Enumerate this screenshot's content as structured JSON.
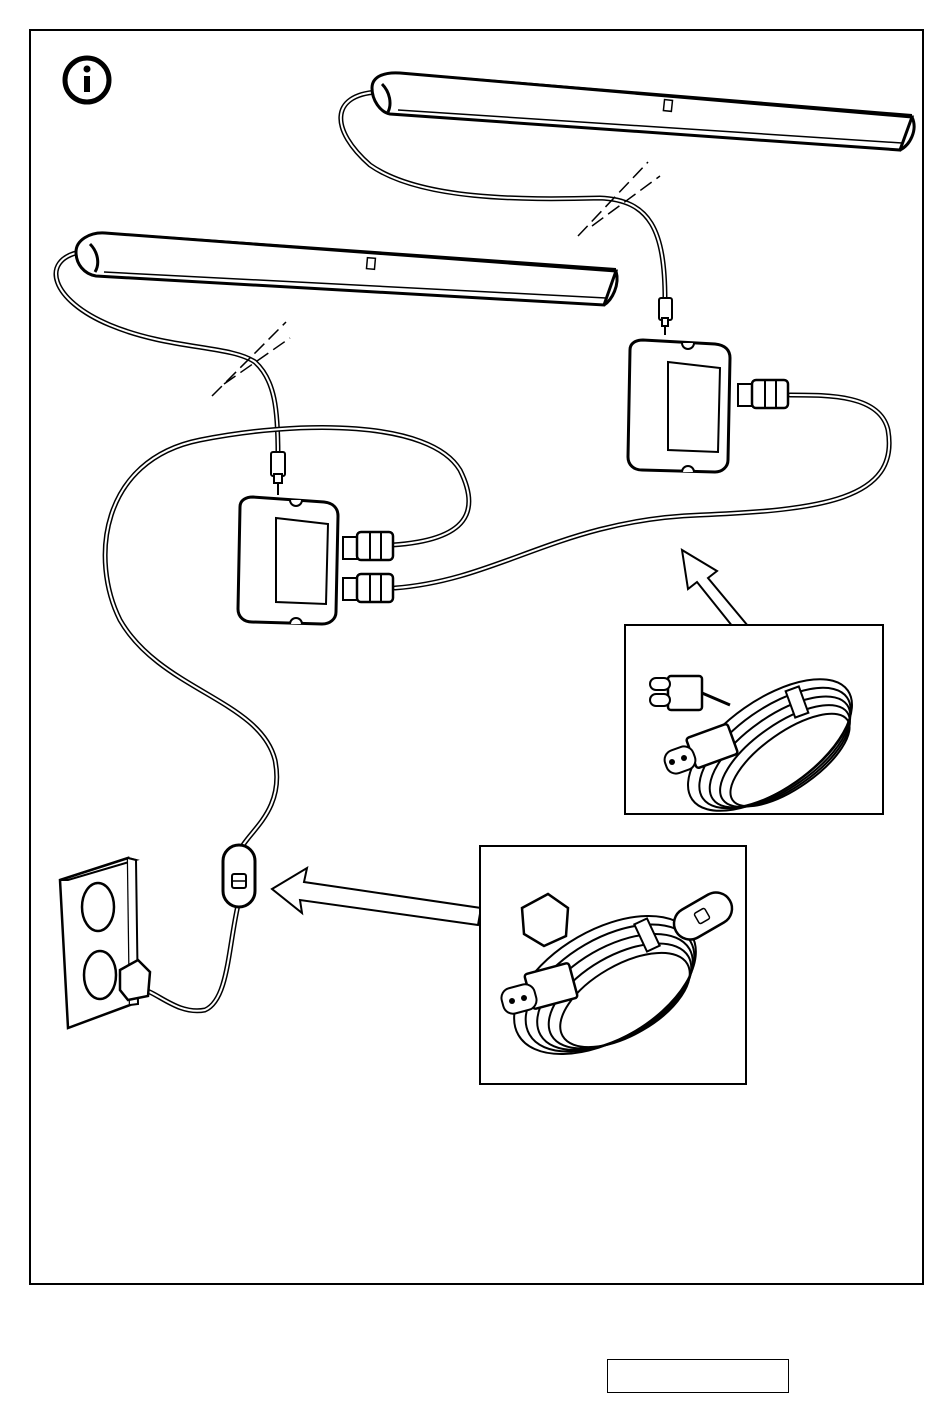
{
  "instruction_sheet": {
    "info_icon": "info-icon",
    "lights": [
      "led-light-bar",
      "led-light-bar"
    ],
    "drivers": [
      "transformer-box",
      "transformer-box"
    ],
    "detail_insets": [
      "connector-cable-coil",
      "switch-plug-cable-coil"
    ],
    "page_number": ""
  },
  "colors": {
    "line": "#000000",
    "fill": "#ffffff",
    "shade": "#f2f2f2"
  }
}
